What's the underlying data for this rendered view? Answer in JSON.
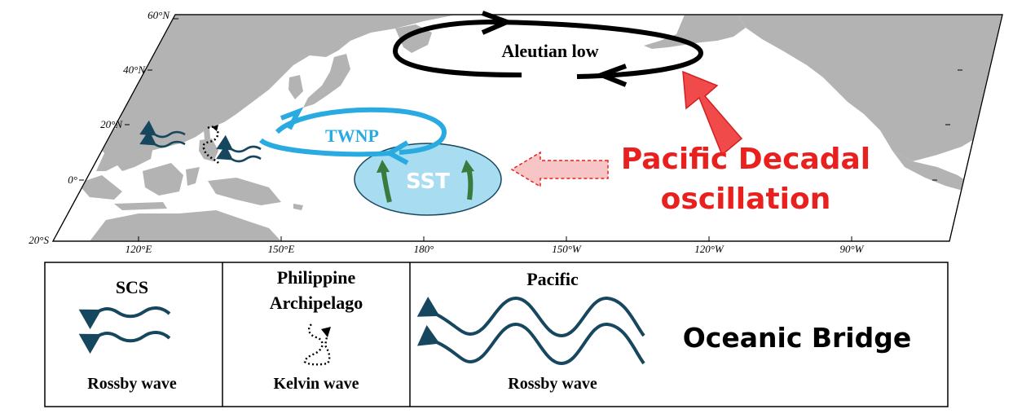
{
  "map": {
    "lat_labels": [
      "60°N",
      "40°N",
      "20°N",
      "0°",
      "20°S"
    ],
    "lon_labels": [
      "120°E",
      "150°E",
      "180°",
      "150°W",
      "120°W",
      "90°W"
    ],
    "ocean_color": "#ffffff",
    "land_color": "#b3b3b3"
  },
  "labels": {
    "aleutian_low": "Aleutian low",
    "twnp": "TWNP",
    "sst": "SST",
    "pdo_line1": "Pacific Decadal",
    "pdo_line2": "oscillation"
  },
  "legend": {
    "scs_title": "SCS",
    "scs_caption": "Rossby wave",
    "phil_title_line1": "Philippine",
    "phil_title_line2": "Archipelago",
    "phil_caption": "Kelvin wave",
    "pacific_title": "Pacific",
    "pacific_caption": "Rossby wave",
    "bridge": "Oceanic Bridge"
  },
  "colors": {
    "wave": "#17475f",
    "twnp": "#29abe2",
    "sst_fill": "#a8dcf0",
    "sst_arrow": "#3a7a3f",
    "pdo_red": "#e8211f",
    "pdo_arrow": "#f04a4a",
    "pdo_dashed_fill": "#f7c5c5"
  }
}
